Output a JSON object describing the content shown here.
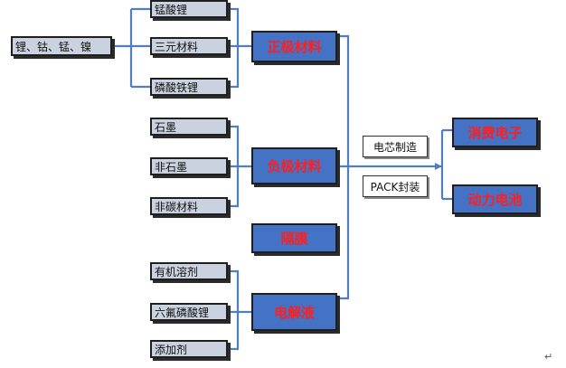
{
  "source": "锂、钴、锰、镍",
  "cathode": {
    "label": "正极材料",
    "items": [
      "锰酸锂",
      "三元材料",
      "磷酸铁锂"
    ]
  },
  "anode": {
    "label": "负极材料",
    "items": [
      "石墨",
      "非石墨",
      "非碳材料"
    ]
  },
  "separator": {
    "label": "隔膜"
  },
  "electrolyte": {
    "label": "电解液",
    "items": [
      "有机溶剂",
      "六氟磷酸锂",
      "添加剂"
    ]
  },
  "process": [
    "电芯制造",
    "PACK封装"
  ],
  "applications": [
    "消费电子",
    "动力电池"
  ],
  "colors": {
    "connector": "#4f7fc0",
    "box_blue": "#4472c4",
    "box_gray": "#c9d2de",
    "label_red": "#ff1f1f"
  }
}
